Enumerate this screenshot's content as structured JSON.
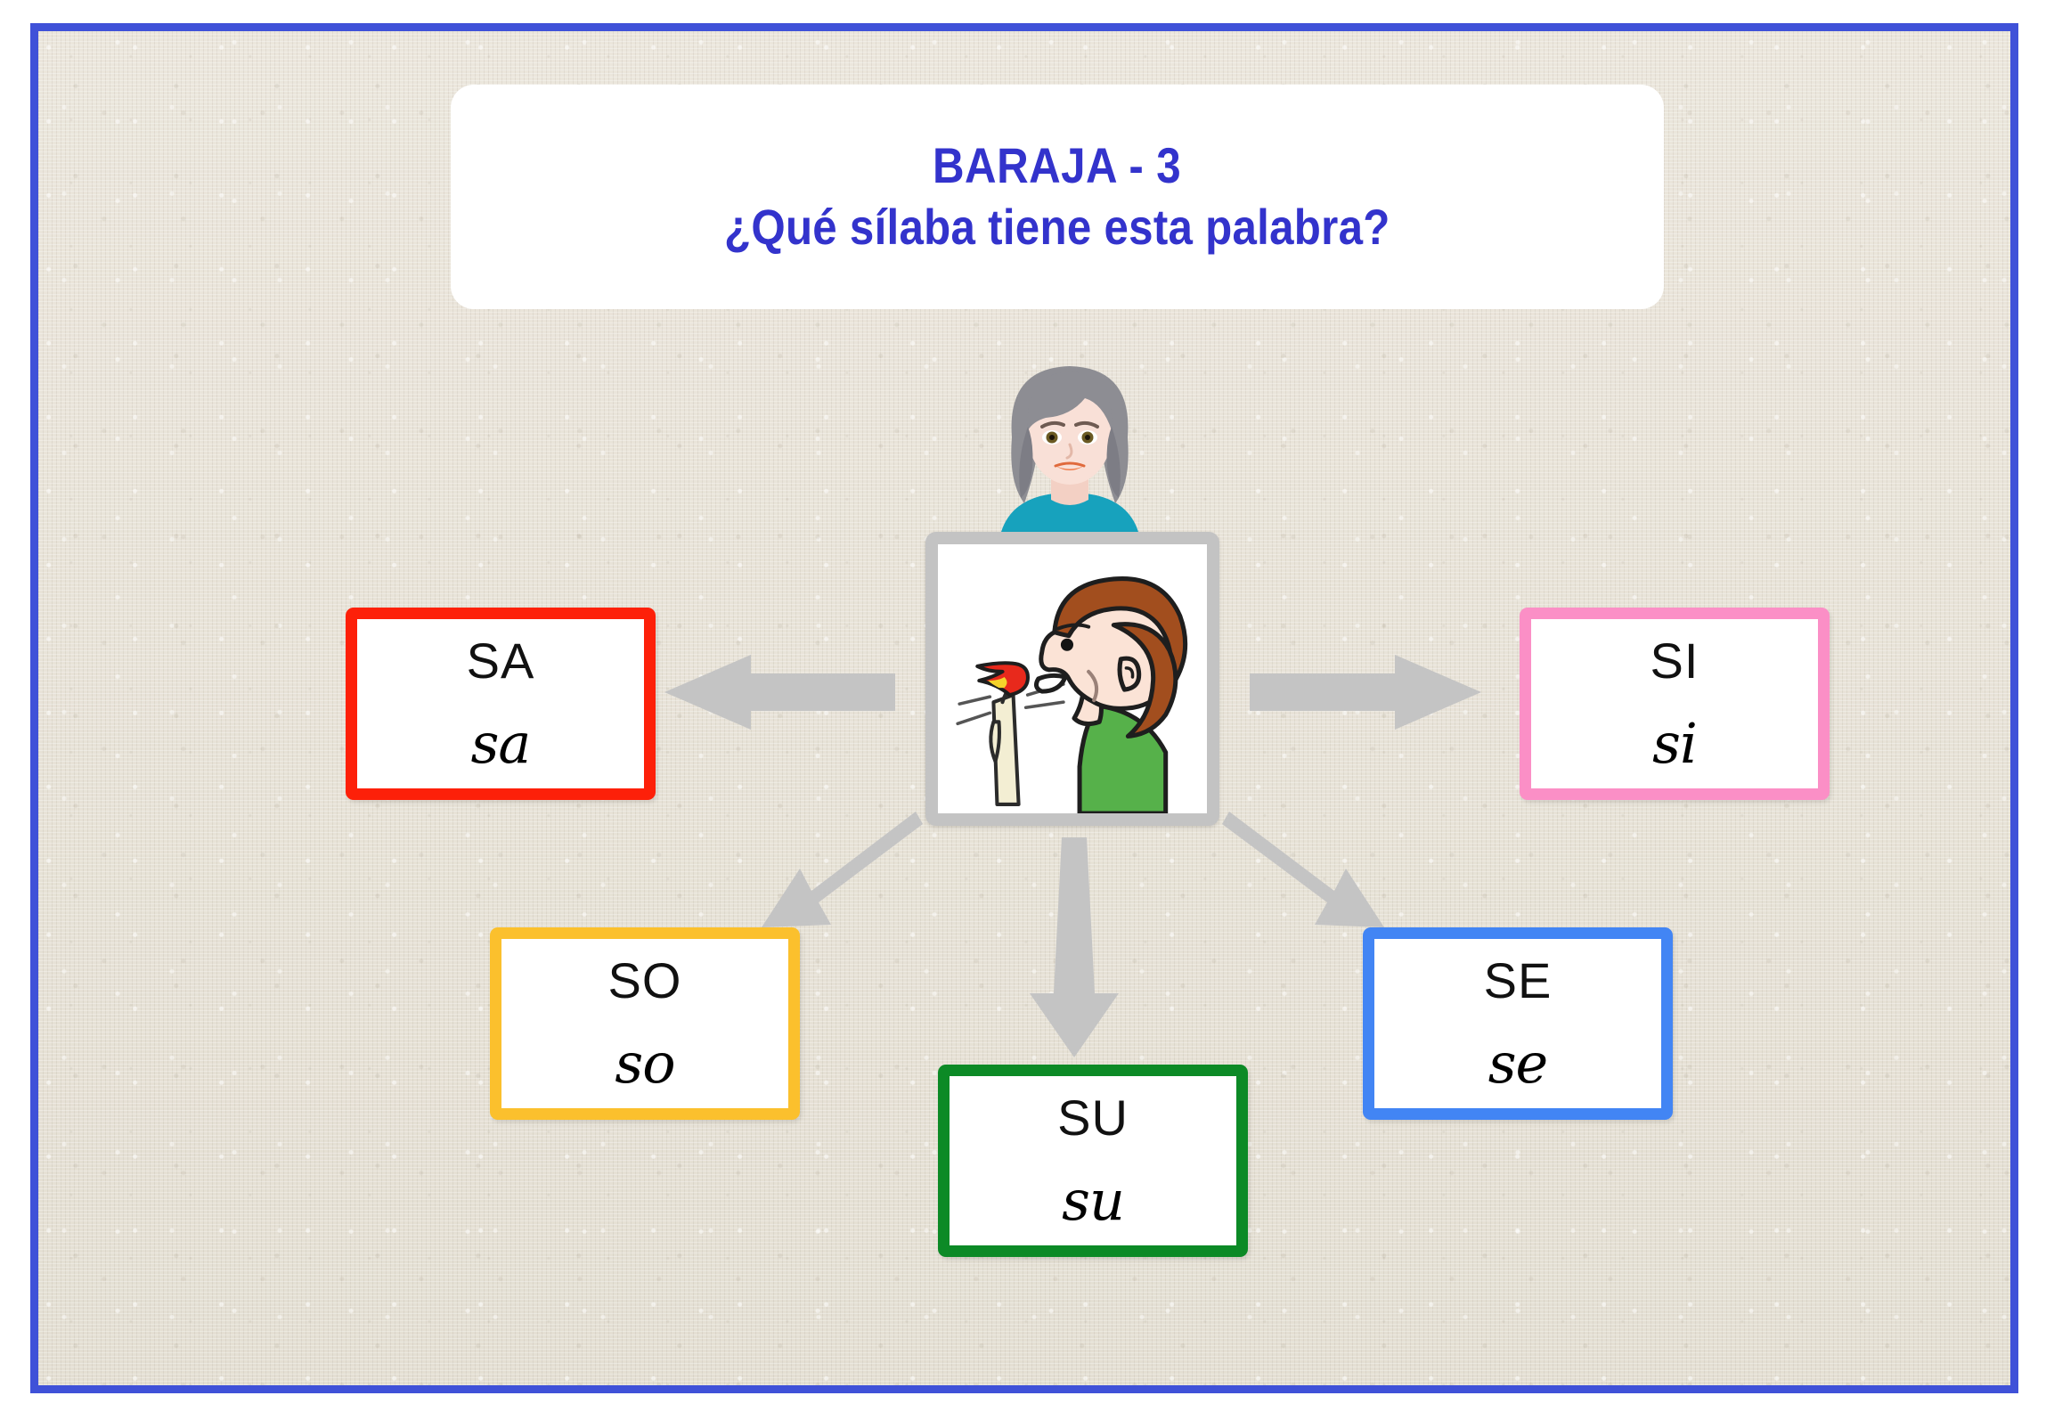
{
  "slide": {
    "border_color": "#3f51d8",
    "background_color": "#e8e3d8"
  },
  "title": {
    "line1": "BARAJA - 3",
    "line2": "¿Qué sílaba tiene esta palabra?",
    "color": "#3333cc"
  },
  "avatar": {
    "name": "teacher-avatar",
    "hair_color": "#8d8d93",
    "shirt_color": "#17a2bd",
    "skin_color": "#f8ded6"
  },
  "pictogram": {
    "name": "boy-blowing-candle-pictogram",
    "frame_color": "#c3c3c3",
    "hair_color": "#a24e1e",
    "shirt_color": "#56b14a",
    "skin_color": "#fbe3d6",
    "flame_color": "#e8291c",
    "candle_color": "#f2eed2"
  },
  "arrows": {
    "color": "#c4c4c4",
    "items": [
      {
        "name": "arrow-to-sa",
        "direction": "left"
      },
      {
        "name": "arrow-to-si",
        "direction": "right"
      },
      {
        "name": "arrow-to-so",
        "direction": "down-left"
      },
      {
        "name": "arrow-to-se",
        "direction": "down-right"
      },
      {
        "name": "arrow-to-su",
        "direction": "down"
      }
    ]
  },
  "cards": [
    {
      "id": "sa",
      "upper": "SA",
      "cursive": "sa",
      "border_color": "#fd2009",
      "color_name": "red"
    },
    {
      "id": "si",
      "upper": "SI",
      "cursive": "si",
      "border_color": "#fb8fc6",
      "color_name": "pink"
    },
    {
      "id": "so",
      "upper": "SO",
      "cursive": "so",
      "border_color": "#fbc02d",
      "color_name": "yellow"
    },
    {
      "id": "se",
      "upper": "SE",
      "cursive": "se",
      "border_color": "#4285f4",
      "color_name": "blue"
    },
    {
      "id": "su",
      "upper": "SU",
      "cursive": "su",
      "border_color": "#0c8a26",
      "color_name": "green"
    }
  ]
}
